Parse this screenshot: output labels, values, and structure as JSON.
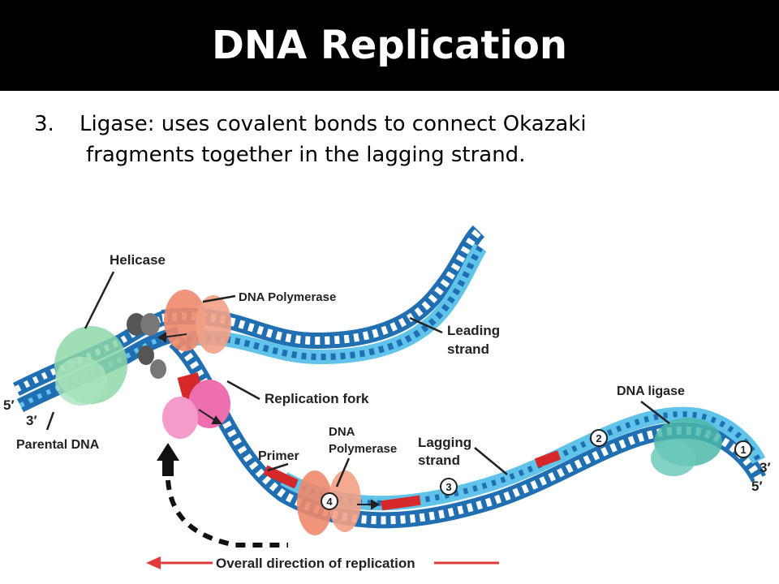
{
  "slide": {
    "title": "DNA Replication",
    "point_number": "3.",
    "point_line1": "Ligase:  uses covalent bonds to connect Okazaki",
    "point_line2": "fragments together in the lagging strand."
  },
  "diagram": {
    "labels": {
      "helicase": "Helicase",
      "dna_polymerase_top": "DNA Polymerase",
      "leading_strand_1": "Leading",
      "leading_strand_2": "strand",
      "replication_fork": "Replication fork",
      "dna_ligase": "DNA ligase",
      "five_prime_left": "5′",
      "three_prime_left": "3′",
      "parental_dna": "Parental DNA",
      "primer": "Primer",
      "dna_polymerase_low_1": "DNA",
      "dna_polymerase_low_2": "Polymerase",
      "lagging_strand_1": "Lagging",
      "lagging_strand_2": "strand",
      "three_prime_right": "3′",
      "five_prime_right": "5′",
      "overall_direction": "Overall direction of replication",
      "fragment_1": "1",
      "fragment_2": "2",
      "fragment_3": "3",
      "fragment_4": "4"
    },
    "colors": {
      "strand_dark": "#1f6fb2",
      "strand_light": "#5fc3ea",
      "polymerase": "#f08a6c",
      "helicase": "#8fd8a8",
      "ligase": "#4bb8a8",
      "primer": "#d62828",
      "fork_protein": "#ee6fb0",
      "arrow_red": "#e03a3a"
    }
  }
}
